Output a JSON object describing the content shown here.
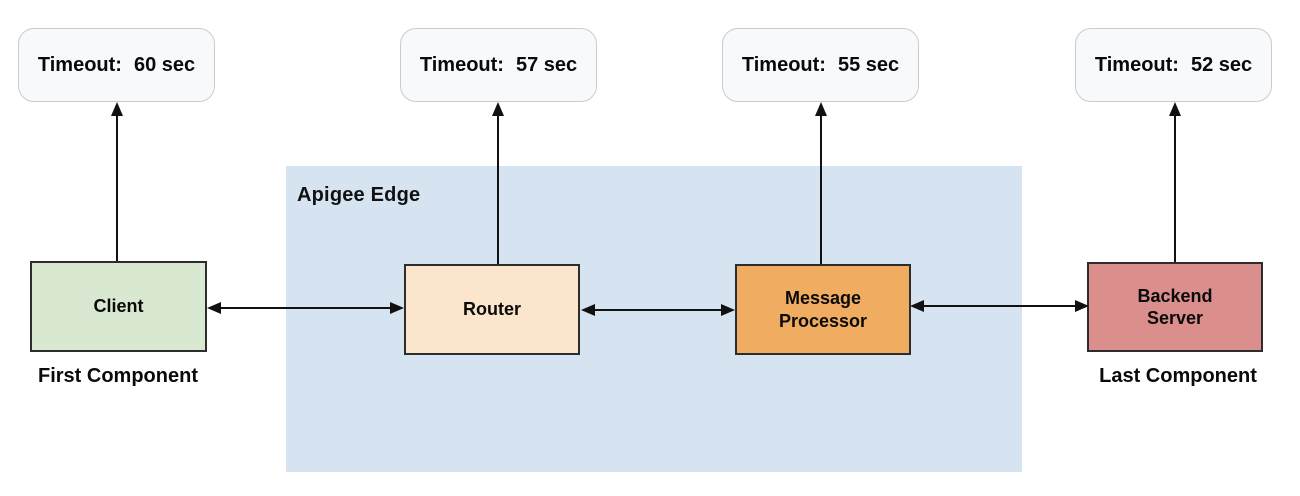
{
  "colors": {
    "background": "#ffffff",
    "apigee_region": "#d6e3f1",
    "timeout_box_bg": "#f8f9fb",
    "timeout_box_border": "#c8ccd2",
    "arrow": "#111111",
    "component_border": "#2d2d2d",
    "client": "#d9e8d0",
    "router": "#fce5cd",
    "message_processor": "#f0ac60",
    "backend_server": "#da8f8c"
  },
  "apigee_region": {
    "label": "Apigee Edge"
  },
  "timeouts": [
    {
      "label": "Timeout:",
      "value": "60 sec",
      "component": "Client"
    },
    {
      "label": "Timeout:",
      "value": "57 sec",
      "component": "Router"
    },
    {
      "label": "Timeout:",
      "value": "55 sec",
      "component": "Message Processor"
    },
    {
      "label": "Timeout:",
      "value": "52 sec",
      "component": "Backend Server"
    }
  ],
  "components": [
    {
      "name": "Client",
      "caption": "First Component",
      "color": "#d9e8d0"
    },
    {
      "name": "Router",
      "color": "#fce5cd"
    },
    {
      "name": "Message Processor",
      "color": "#f0ac60"
    },
    {
      "name": "Backend Server",
      "caption": "Last Component",
      "color": "#da8f8c"
    }
  ]
}
